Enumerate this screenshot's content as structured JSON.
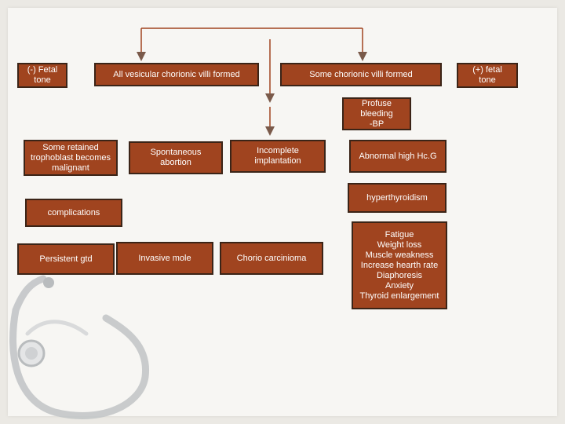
{
  "nodes": {
    "fetal_tone_negative": "(-) Fetal\ntone",
    "all_vesicular": "All vesicular chorionic villi formed",
    "some_chorionic": "Some  chorionic villi  formed",
    "fetal_tone_positive": "(+) fetal\ntone",
    "profuse_bleeding": "Profuse bleeding\n-BP",
    "some_retained": "Some retained\ntrophoblast becomes\nmalignant",
    "spontaneous_abortion": "Spontaneous\nabortion",
    "incomplete_implantation": "Incomplete\nimplantation",
    "abnormal_hcg": "Abnormal high Hc.G",
    "hyperthyroidism": "hyperthyroidism",
    "complications": "complications",
    "persistent_gtd": "Persistent gtd",
    "invasive_mole": "Invasive mole",
    "chorio_carcinoma": "Chorio carcinioma",
    "symptoms": "Fatigue\nWeight loss\nMuscle weakness\nIncrease hearth rate\nDiaphoresis\nAnxiety\nThyroid enlargement"
  },
  "colors": {
    "box_fill": "#a0441f",
    "box_border": "#3b2417",
    "box_text": "#ffffff",
    "connector": "#a0441f"
  }
}
